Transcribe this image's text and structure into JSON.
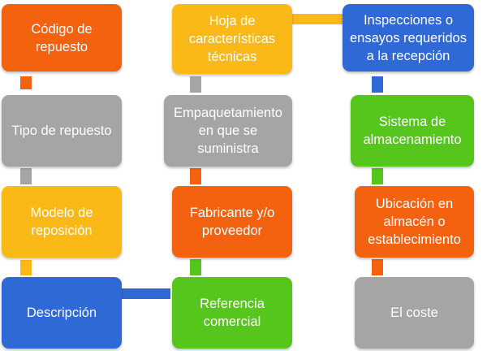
{
  "colors": {
    "orange": "#f4620f",
    "gray": "#a5a5a5",
    "yellow": "#fbb917",
    "blue": "#2e69d6",
    "green": "#56c61c"
  },
  "nodes": [
    {
      "id": "n1",
      "label": "Código de repuesto",
      "color": "orange"
    },
    {
      "id": "n2",
      "label": "Tipo de repuesto",
      "color": "gray"
    },
    {
      "id": "n3",
      "label": "Modelo de reposición",
      "color": "yellow"
    },
    {
      "id": "n4",
      "label": "Descripción",
      "color": "blue"
    },
    {
      "id": "n5",
      "label": "Hoja de características técnicas",
      "color": "yellow"
    },
    {
      "id": "n6",
      "label": "Empaquetamiento en que se suministra",
      "color": "gray"
    },
    {
      "id": "n7",
      "label": "Fabricante y/o proveedor",
      "color": "orange"
    },
    {
      "id": "n8",
      "label": "Referencia comercial",
      "color": "green"
    },
    {
      "id": "n9",
      "label": "Inspecciones o ensayos requeridos a la recepción",
      "color": "blue"
    },
    {
      "id": "n10",
      "label": "Sistema de almacenamiento",
      "color": "green"
    },
    {
      "id": "n11",
      "label": "Ubicación en almacén o establecimiento",
      "color": "orange"
    },
    {
      "id": "n12",
      "label": "El coste",
      "color": "gray"
    }
  ],
  "connectors": [
    {
      "id": "c1",
      "from": "n1",
      "to": "n2",
      "color": "orange"
    },
    {
      "id": "c2",
      "from": "n2",
      "to": "n3",
      "color": "gray"
    },
    {
      "id": "c3",
      "from": "n3",
      "to": "n4",
      "color": "yellow"
    },
    {
      "id": "c4",
      "from": "n4",
      "to": "n8",
      "color": "blue"
    },
    {
      "id": "c5",
      "from": "n8",
      "to": "n7",
      "color": "green"
    },
    {
      "id": "c6",
      "from": "n7",
      "to": "n6",
      "color": "orange"
    },
    {
      "id": "c7",
      "from": "n6",
      "to": "n5",
      "color": "gray"
    },
    {
      "id": "c8",
      "from": "n5",
      "to": "n9",
      "color": "yellow"
    },
    {
      "id": "c9",
      "from": "n9",
      "to": "n10",
      "color": "blue"
    },
    {
      "id": "c10",
      "from": "n10",
      "to": "n11",
      "color": "green"
    },
    {
      "id": "c11",
      "from": "n11",
      "to": "n12",
      "color": "orange"
    }
  ]
}
